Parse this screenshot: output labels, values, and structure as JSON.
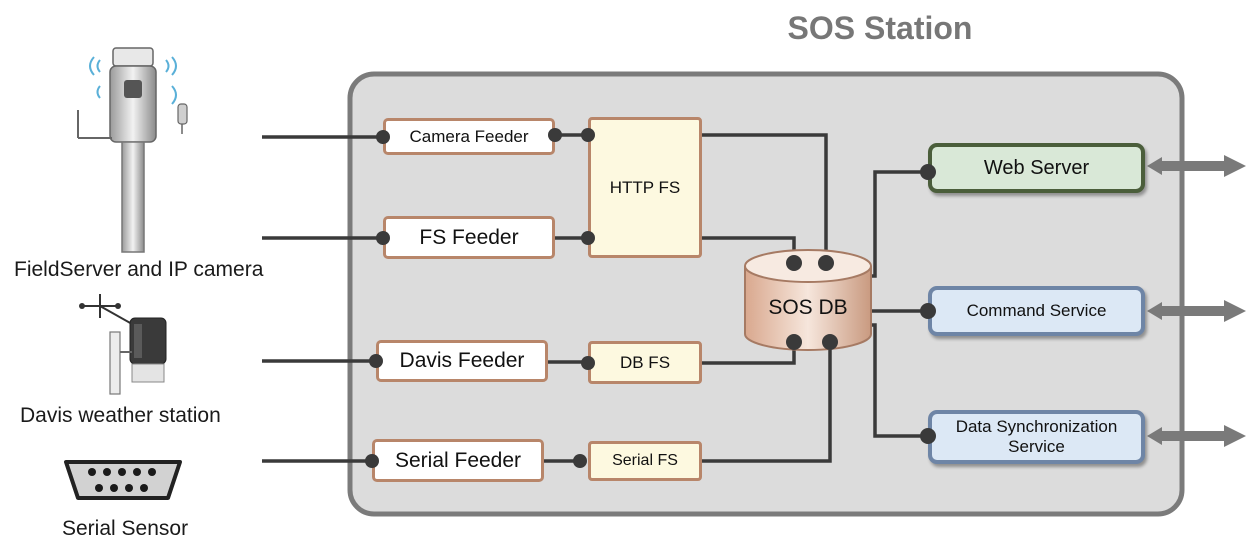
{
  "title": "SOS Station",
  "devices": {
    "fieldserver": "FieldServer and IP camera",
    "davis": "Davis weather station",
    "serial": "Serial Sensor"
  },
  "feeders": {
    "camera": "Camera Feeder",
    "fs": "FS Feeder",
    "davis": "Davis Feeder",
    "serial": "Serial Feeder"
  },
  "filesystems": {
    "http": "HTTP FS",
    "db": "DB FS",
    "serial": "Serial FS"
  },
  "database": "SOS DB",
  "services": {
    "web": "Web Server",
    "command": "Command Service",
    "sync": "Data Synchronization Service"
  },
  "colors": {
    "line": "#3a3a3a",
    "station_bg": "#dcdcdc",
    "station_border": "#7b7b7b",
    "box_border": "#b8866a",
    "arrow": "#7a7a7a"
  }
}
